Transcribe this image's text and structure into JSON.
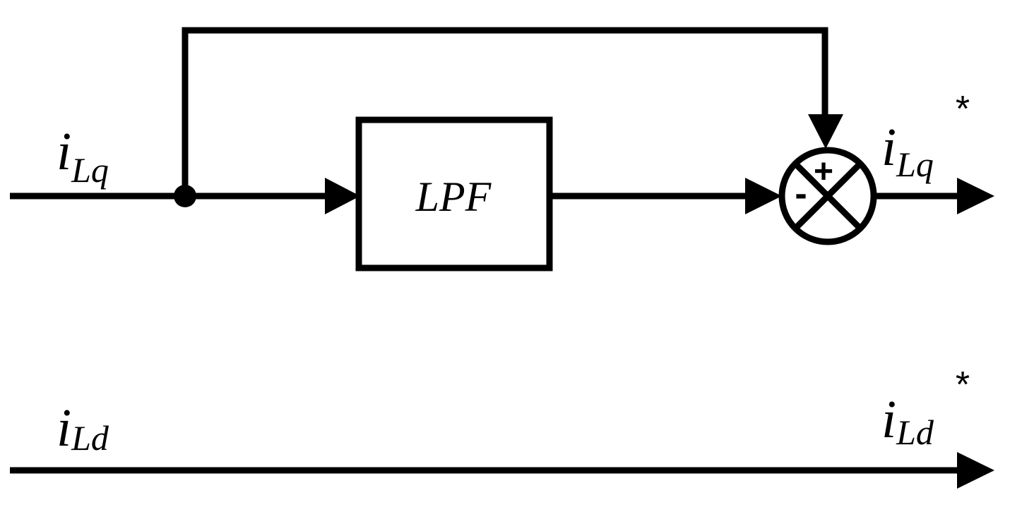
{
  "blocks": {
    "lpf": {
      "label": "LPF"
    }
  },
  "signals": {
    "input_q": {
      "main": "i",
      "sub": "Lq"
    },
    "input_d": {
      "main": "i",
      "sub": "Ld"
    },
    "output_q": {
      "main": "i",
      "sub": "Lq",
      "sup": "*"
    },
    "output_d": {
      "main": "i",
      "sub": "Ld",
      "sup": "*"
    }
  },
  "summing_junction": {
    "plus": "+",
    "minus": "-"
  }
}
